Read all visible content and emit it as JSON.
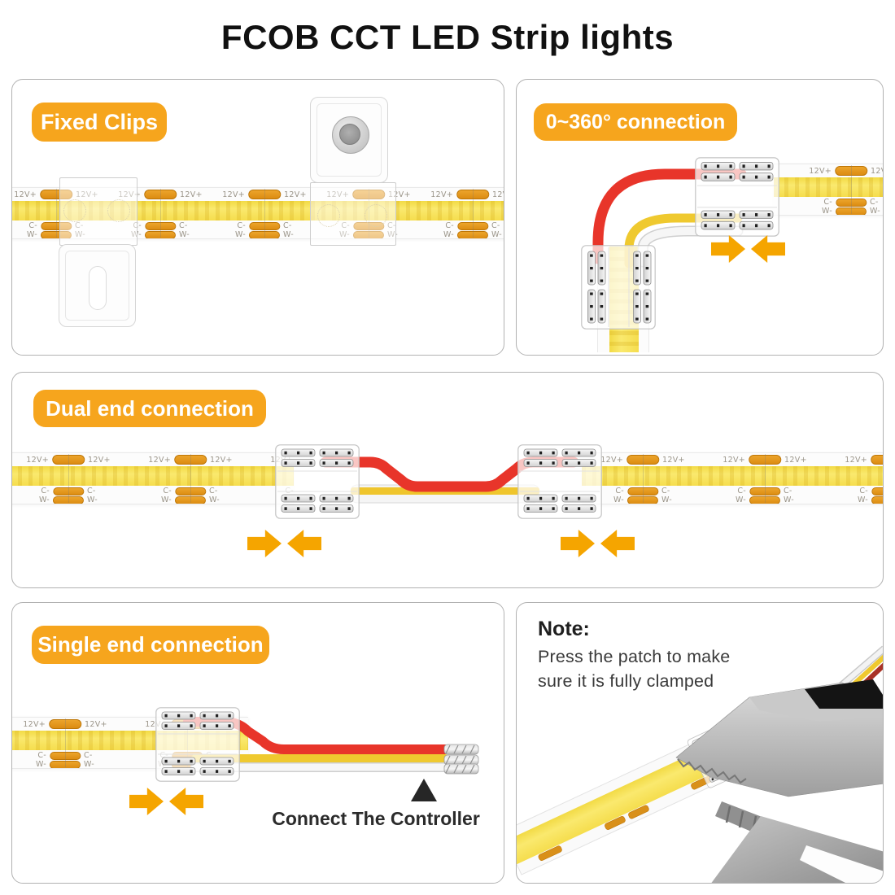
{
  "title": "FCOB CCT LED Strip lights",
  "strip": {
    "labels": {
      "v12": "12V+",
      "c": "C-",
      "w": "W-"
    }
  },
  "panels": {
    "fixed_clips": {
      "badge": "Fixed Clips"
    },
    "rotation": {
      "badge": "0~360° connection"
    },
    "dual_end": {
      "badge": "Dual end connection"
    },
    "single_end": {
      "badge": "Single end connection",
      "controller": "Connect The Controller"
    },
    "note": {
      "heading": "Note:",
      "line1": "Press the patch to make",
      "line2": "sure it is fully clamped"
    }
  },
  "icons": {
    "press_arrows": "converging-orange-arrows",
    "pointer": "black-up-triangle",
    "screw": "round-metal-screw"
  },
  "colors": {
    "badge_orange": "#F6A51D",
    "arrow_orange": "#F5A500",
    "strip_yellow": "#F7E04E",
    "pad_orange": "#E2921E",
    "wire_red": "#E8352A",
    "wire_yellow": "#EFC92F",
    "wire_white": "#F4F4F4"
  }
}
